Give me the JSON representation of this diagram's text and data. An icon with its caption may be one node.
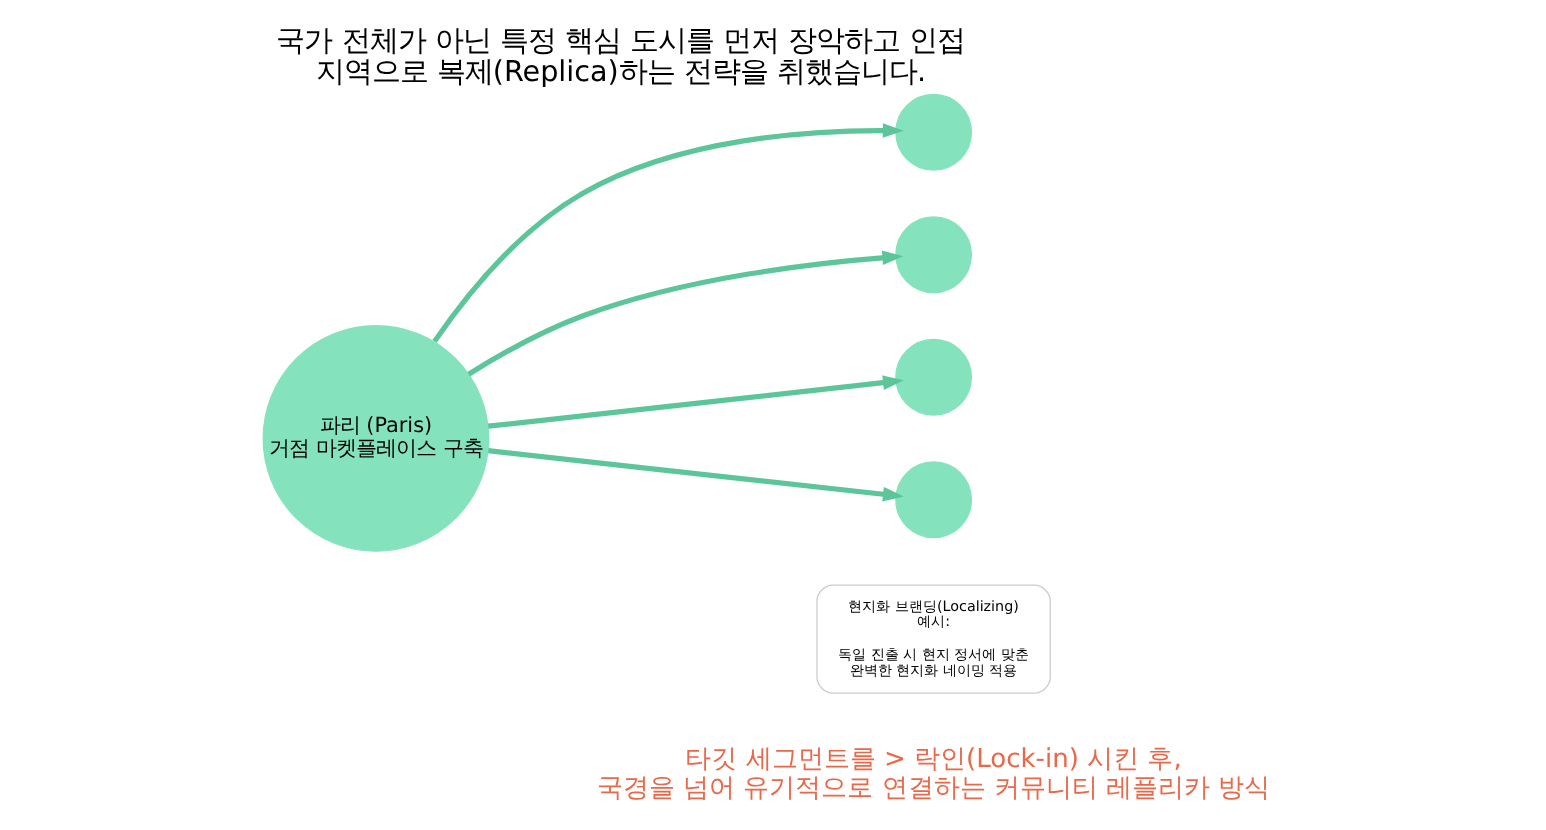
{
  "diagram": {
    "title": "국가 전체가 아닌 특정 핵심 도시를 먼저 장악하고 인접 지역으로 복제(Replica)하는 전략을 취했습니다.",
    "caption": "타깃 세그먼트를 > 락인(Lock-in) 시킨 후, 국경을 넘어 유기적으로 연결하는 커뮤니티 레플리카 방식",
    "nodes": [
      {
        "text": [],
        "shape": "circle"
      },
      {
        "text": [],
        "shape": "circle"
      },
      {
        "text": [
          "파리 (Paris) 거점 마켓플레이스 구축"
        ]
      },
      {
        "text": [],
        "shape": "circle"
      },
      {
        "text": [],
        "shape": "circle"
      },
      {
        "text": [
          "현지화 브랜딩(Localizing) 예시:",
          "독일 진출 시 현지 정서에 맞춘 완벽한 현지화 네이밍 적용"
        ]
      }
    ],
    "edges": [
      {
        "from": 2,
        "to": 0,
        "arrow": "to"
      },
      {
        "from": 2,
        "to": 1,
        "arrow": "to"
      },
      {
        "from": 2,
        "to": 3,
        "arrow": "to"
      },
      {
        "from": 2,
        "to": 4,
        "arrow": "to"
      }
    ]
  }
}
